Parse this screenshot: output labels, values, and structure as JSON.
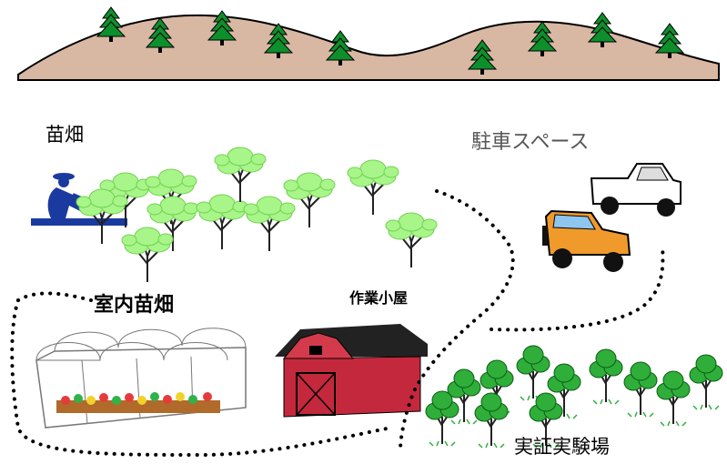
{
  "labels": {
    "nursery": "苗畑",
    "parking": "駐車スペース",
    "indoor_nursery": "室内苗畑",
    "work_shed": "作業小屋",
    "demo_field": "実証実験場"
  },
  "icons": {
    "hills": "hill-with-pines-icon",
    "gardener": "gardener-icon",
    "pickup_truck": "pickup-truck-icon",
    "suv": "suv-icon",
    "greenhouse": "greenhouse-icon",
    "barn": "barn-icon",
    "orchard": "orchard-trees-icon"
  },
  "colors": {
    "hill": "#d8b7a3",
    "pine": "#0d8f2c",
    "nursery_tree": "#a8f58a",
    "demo_tree": "#2fae3a",
    "barn": "#c4283c",
    "barn_roof": "#222222",
    "gardener": "#1b3aa0",
    "suv": "#f09a2b",
    "path": "#000000"
  }
}
